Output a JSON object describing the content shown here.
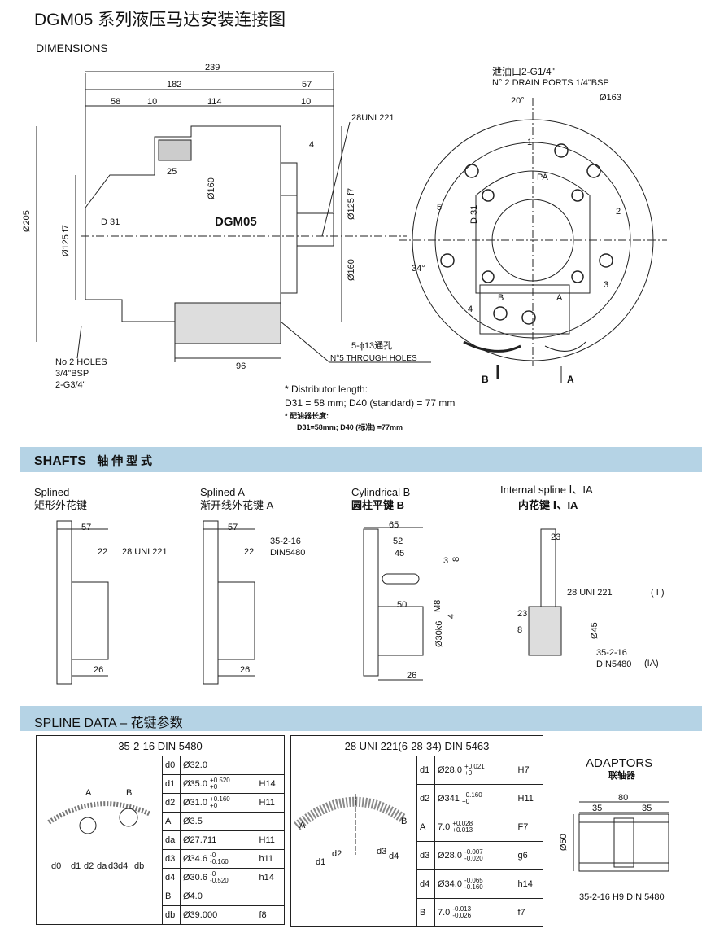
{
  "title": "DGM05 系列液压马达安装连接图",
  "subtitle": "DIMENSIONS",
  "side_view": {
    "d239": "239",
    "d182": "182",
    "d57": "57",
    "d58": "58",
    "d10a": "10",
    "d114": "114",
    "d10b": "10",
    "spline": "28UNI 221",
    "d4": "4",
    "d25": "25",
    "d160a": "Ø160",
    "d125a": "Ø125 f7",
    "d205": "Ø205",
    "d125b": "Ø125 f7",
    "d31": "D 31",
    "model": "DGM05",
    "d160b": "Ø160",
    "holes1": "No 2 HOLES",
    "holes2": "3/4\"BSP",
    "holes3": "2-G3/4\"",
    "d96": "96",
    "through_cn": "5-ϕ13通孔",
    "through_en": "N°5 THROUGH HOLES"
  },
  "notes": {
    "l1": "* Distributor length:",
    "l2": "D31 = 58 mm; D40 (standard) = 77 mm",
    "l3": "* 配油器长度:",
    "l4": "D31=58mm; D40 (标准) =77mm"
  },
  "front_view": {
    "drain_cn": "泄油口2-G1/4\"",
    "drain_en": "N° 2 DRAIN PORTS 1/4\"BSP",
    "angle20": "20°",
    "d163": "Ø163",
    "n1": "1",
    "pa": "PA",
    "n5": "5",
    "d31": "D 31",
    "n2": "2",
    "angle34": "34°",
    "n3": "3",
    "n4": "4",
    "b": "B",
    "a": "A",
    "arrow_b": "B",
    "arrow_a": "A"
  },
  "shafts": {
    "header_en": "SHAFTS",
    "header_cn": "轴 伸 型 式",
    "s1": {
      "en": "Splined",
      "cn": "矩形外花键",
      "d57": "57",
      "d22": "22",
      "spec": "28 UNI 221",
      "d26": "26"
    },
    "s2": {
      "en": "Splined A",
      "cn": "渐开线外花键 A",
      "d57": "57",
      "d22": "22",
      "spec1": "35-2-16",
      "spec2": "DIN5480",
      "d26": "26"
    },
    "s3": {
      "en": "Cylindrical B",
      "cn": "圆柱平键 B",
      "d65": "65",
      "d52": "52",
      "d45": "45",
      "d3": "3",
      "d8": "8",
      "d50": "50",
      "m8": "M8",
      "d4": "4",
      "d30": "Ø30k6",
      "d26": "26"
    },
    "s4": {
      "en": "Internal spline Ⅰ、IA",
      "cn": "内花键 Ⅰ、IA",
      "d23a": "23",
      "spec1": "28 UNI 221",
      "tag1": "( I )",
      "d23b": "23",
      "d8": "8",
      "d45": "Ø45",
      "spec2": "35-2-16",
      "spec3": "DIN5480",
      "tag2": "(IA)"
    }
  },
  "spline": {
    "header": "SPLINE DATA – 花键参数",
    "t1": {
      "title": "35-2-16 DIN 5480",
      "labels": [
        "A",
        "B",
        "d0",
        "d1",
        "d2",
        "da",
        "d3",
        "d4",
        "db"
      ],
      "rows": [
        [
          "d0",
          "Ø32.0",
          "",
          "",
          ""
        ],
        [
          "d1",
          "Ø35.0",
          "+0.520",
          "+0",
          "H14"
        ],
        [
          "d2",
          "Ø31.0",
          "+0.160",
          "+0",
          "H11"
        ],
        [
          "A",
          "Ø3.5",
          "",
          "",
          ""
        ],
        [
          "da",
          "Ø27.711",
          "",
          "",
          "H11"
        ],
        [
          "d3",
          "Ø34.6",
          "-0",
          "-0.160",
          "h11"
        ],
        [
          "d4",
          "Ø30.6",
          "-0",
          "-0.520",
          "h14"
        ],
        [
          "B",
          "Ø4.0",
          "",
          "",
          ""
        ],
        [
          "db",
          "Ø39.000",
          "",
          "",
          "f8"
        ]
      ]
    },
    "t2": {
      "title": "28 UNI 221(6-28-34) DIN 5463",
      "labels": [
        "A",
        "B",
        "d1",
        "d2",
        "d3",
        "d4"
      ],
      "rows": [
        [
          "d1",
          "Ø28.0",
          "+0.021",
          "+0",
          "H7"
        ],
        [
          "d2",
          "Ø341",
          "+0.160",
          "+0",
          "H11"
        ],
        [
          "A",
          "7.0",
          "+0.028",
          "+0.013",
          "F7"
        ],
        [
          "d3",
          "Ø28.0",
          "-0.007",
          "-0.020",
          "g6"
        ],
        [
          "d4",
          "Ø34.0",
          "-0.065",
          "-0.160",
          "h14"
        ],
        [
          "B",
          "7.0",
          "-0.013",
          "-0.026",
          "f7"
        ]
      ]
    }
  },
  "adaptors": {
    "en": "ADAPTORS",
    "cn": "联轴器",
    "d80": "80",
    "d35a": "35",
    "d35b": "35",
    "d50": "Ø50",
    "spec": "35-2-16 H9 DIN 5480"
  }
}
